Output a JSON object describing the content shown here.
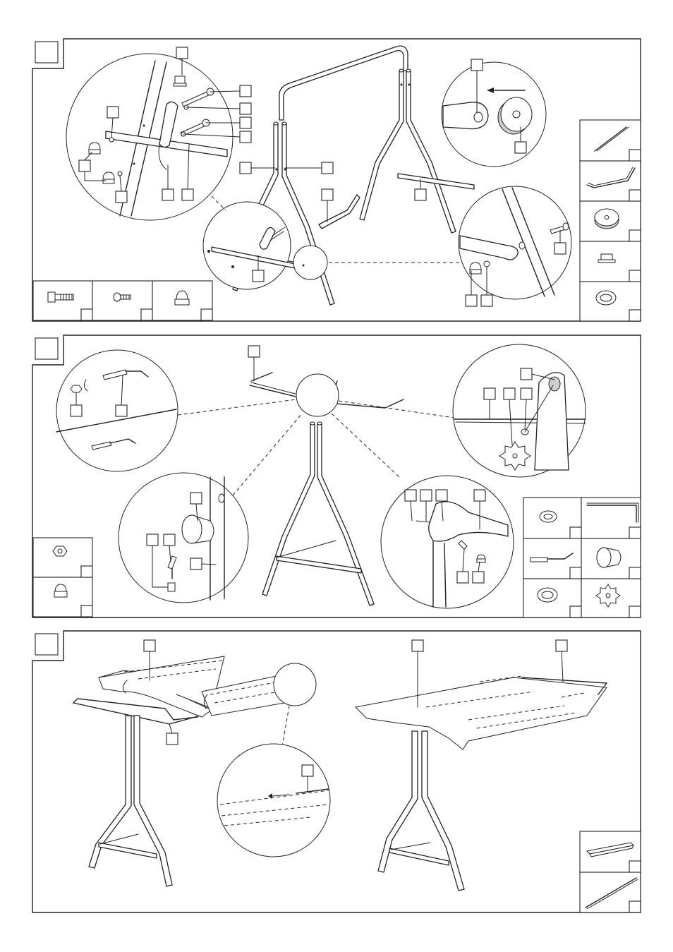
{
  "panels": [
    {
      "id": "step-1",
      "callout_count": 16,
      "hardware_parts": [
        "bolt",
        "screw",
        "cap-nut"
      ],
      "kit_parts": [
        "crossbar",
        "bent-rod",
        "washer-disc",
        "plug-cap",
        "ring-washer"
      ]
    },
    {
      "id": "step-2",
      "callout_count": 15,
      "hardware_parts": [
        "hex-nut",
        "cap-nut"
      ],
      "kit_parts": [
        "washer",
        "u-rod",
        "bent-bolt",
        "grip-cap",
        "ring-washer",
        "star-knob"
      ]
    },
    {
      "id": "step-3",
      "callout_count": 5,
      "kit_parts": [
        "board-cover",
        "long-rod"
      ]
    }
  ]
}
